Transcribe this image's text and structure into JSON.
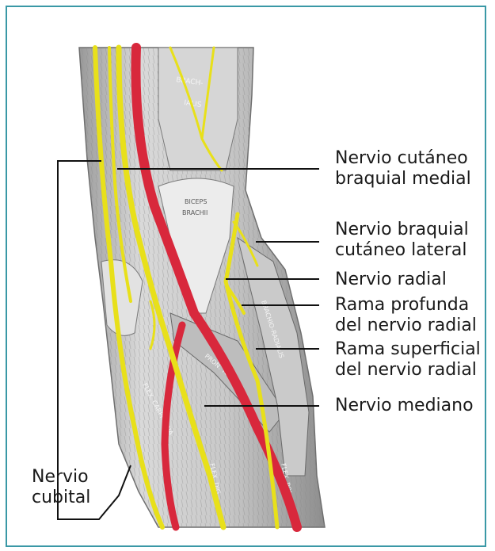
{
  "labels": {
    "nervio_cutaneo_braquial_medial": [
      "Nervio cutáneo",
      "braquial medial"
    ],
    "nervio_braquial_cutaneo_lateral": [
      "Nervio braquial",
      "cutáneo lateral"
    ],
    "nervio_radial": [
      "Nervio radial"
    ],
    "rama_profunda": [
      "Rama profunda",
      "del nervio radial"
    ],
    "rama_superficial": [
      "Rama superficial",
      "del nervio radial"
    ],
    "nervio_mediano": [
      "Nervio mediano"
    ],
    "nervio_cubital": [
      "Nervio",
      "cubital"
    ]
  },
  "muscle_inscriptions": {
    "brachialis": [
      "BRACH-",
      "IALIS"
    ],
    "biceps": [
      "BICEPS",
      "BRACHII"
    ],
    "brachioradialis": "BRACHIO-RADIALIS",
    "pronator_teres": "PRON. TERES",
    "flex_carpi_ulnaris": "FLEX. CARPI ULNA",
    "flex_dig": "FLEX. DIG.",
    "flex_pol": "FLEX. POL."
  },
  "colors": {
    "frame_border": "#3a98a6",
    "nerve": "#e8e01a",
    "artery": "#d8283c",
    "muscle": "#cfcfcf",
    "leader_line": "#111111"
  }
}
